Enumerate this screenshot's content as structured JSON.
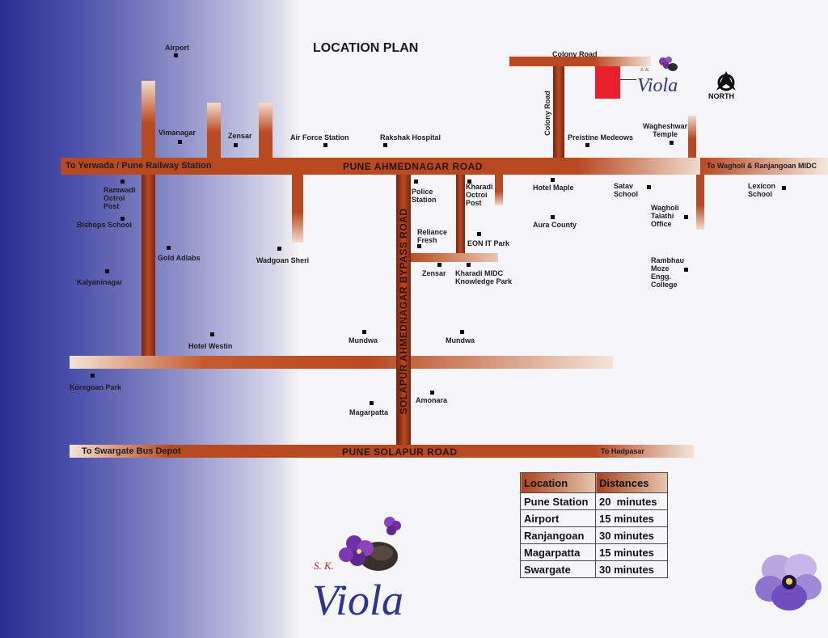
{
  "title": "LOCATION PLAN",
  "north_label": "NORTH",
  "roads": {
    "pune_ahmednagar": "PUNE AHMEDNAGAR ROAD",
    "pune_solapur": "PUNE SOLAPUR ROAD",
    "solapur_bypass": "SOLAPUR AHMEDNAGAR BYPASS ROAD",
    "colony_road_top": "Colony Road",
    "colony_road_vertical": "Colony Road",
    "to_yerwada": "To Yerwada / Pune Railway Station",
    "to_wagholi": "To Wagholi & Ranjangoan MIDC",
    "to_swargate": "To Swargate Bus Depot",
    "to_hadpasar": "To Hadpasar"
  },
  "places": {
    "airport": "Airport",
    "vimanagar": "Vimanagar",
    "zensar_top": "Zensar",
    "air_force_station": "Air Force Station",
    "rakshak_hospital": "Rakshak Hospital",
    "preistine_medeows": "Preistine Medeows",
    "wagheshwar_temple": "Wagheshwar\nTemple",
    "ramwadi_octroi_post": "Ramwadi\nOctroi\nPost",
    "bishops_school": "Bishops School",
    "gold_adlabs": "Gold Adlabs",
    "wadgoan_sheri": "Wadgoan Sheri",
    "kalyaninagar": "Kalyaninagar",
    "hotel_westin": "Hotel Westin",
    "koregoan_park": "Koregoan Park",
    "police_station": "Police\nStation",
    "kharadi_octroi_post": "Kharadi\nOctroi\nPost",
    "reliance_fresh": "Reliance\nFresh",
    "eon_it_park": "EON IT Park",
    "zensar_mid": "Zensar",
    "kharadi_midc": "Kharadi MIDC\nKnowledge Park",
    "hotel_maple": "Hotel Maple",
    "aura_county": "Aura County",
    "satav_school": "Satav\nSchool",
    "wagholi_talathi": "Wagholi\nTalathi\nOffice",
    "rambhau_moze": "Rambhau\nMoze\nEngg.\nCollege",
    "lexicon_school": "Lexicon\nSchool",
    "mundwa_left": "Mundwa",
    "mundwa_right": "Mundwa",
    "magarpatta": "Magarpatta",
    "amonara": "Amonara"
  },
  "distance_table": {
    "headers": [
      "Location",
      "Distances"
    ],
    "rows": [
      [
        "Pune Station",
        "20  minutes"
      ],
      [
        "Airport",
        "15 minutes"
      ],
      [
        "Ranjangoan",
        "30 minutes"
      ],
      [
        "Magarpatta",
        "15 minutes"
      ],
      [
        "Swargate",
        "30 minutes"
      ]
    ]
  },
  "logo": {
    "prefix": "S. K.",
    "name": "Viola"
  },
  "colors": {
    "road": "#b84a22",
    "site_marker": "#e8202c",
    "left_gradient": "#2a2f92",
    "logo_text": "#2c3590",
    "logo_prefix": "#c8262a"
  }
}
